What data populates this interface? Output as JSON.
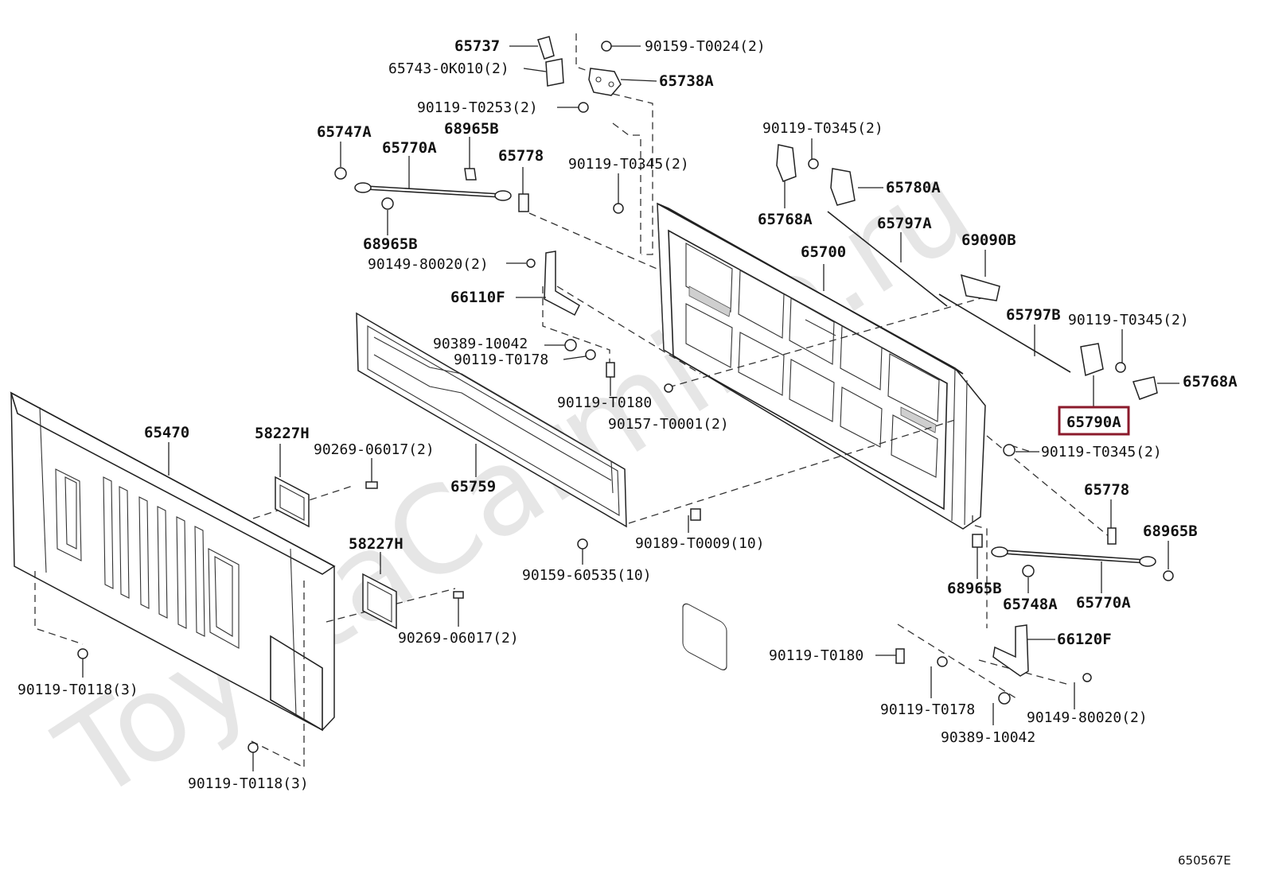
{
  "watermark": "ToyotaCarmine.ru",
  "figure_code": "650567E",
  "highlight_color": "#8b1a2b",
  "highlighted_part": "65790A",
  "labels": {
    "l65737": "65737",
    "l65743": "65743-0K010(2)",
    "l90159_t0024": "90159-T0024(2)",
    "l65738a": "65738A",
    "l90119_t0253": "90119-T0253(2)",
    "l65747a": "65747A",
    "l68965b_top": "68965B",
    "l65770a_top": "65770A",
    "l65778_top": "65778",
    "l90119_t0345_a": "90119-T0345(2)",
    "l90119_t0345_b": "90119-T0345(2)",
    "l65780a": "65780A",
    "l65768a_top": "65768A",
    "l65797a": "65797A",
    "l69090b": "69090B",
    "l65700": "65700",
    "l68965b_mid": "68965B",
    "l90149_80020_top": "90149-80020(2)",
    "l66110f": "66110F",
    "l90389_10042_top": "90389-10042",
    "l90119_t0178_top": "90119-T0178",
    "l90119_t0180_top": "90119-T0180",
    "l90157_t0001": "90157-T0001(2)",
    "l65797b": "65797B",
    "l90119_t0345_c": "90119-T0345(2)",
    "l65768a_right": "65768A",
    "l65790a": "65790A",
    "l90119_t0345_d": "90119-T0345(2)",
    "l65470": "65470",
    "l58227h_top": "58227H",
    "l90269_06017_top": "90269-06017(2)",
    "l65759": "65759",
    "l65778_right": "65778",
    "l68965b_right": "68965B",
    "l90189_t0009": "90189-T0009(10)",
    "l90159_60535": "90159-60535(10)",
    "l58227h_bottom": "58227H",
    "l68965b_low": "68965B",
    "l65748a": "65748A",
    "l65770a_low": "65770A",
    "l90269_06017_bottom": "90269-06017(2)",
    "l66120f": "66120F",
    "l90119_t0180_low": "90119-T0180",
    "l90119_t0118_left": "90119-T0118(3)",
    "l90119_t0178_low": "90119-T0178",
    "l90149_80020_low": "90149-80020(2)",
    "l90389_10042_low": "90389-10042",
    "l90119_t0118_bottom": "90119-T0118(3)"
  }
}
